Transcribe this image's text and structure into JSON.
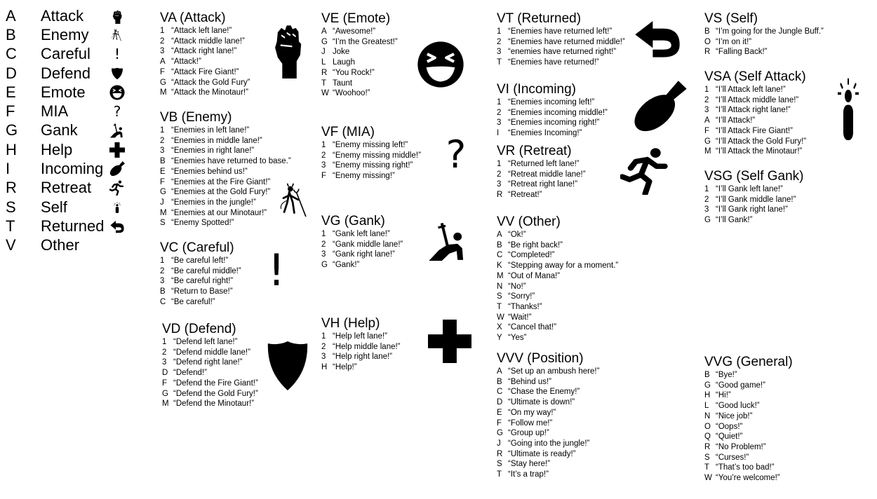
{
  "key": {
    "rows": [
      {
        "letter": "A",
        "label": "Attack",
        "icon": "fist-icon"
      },
      {
        "letter": "B",
        "label": "Enemy",
        "icon": "devil-icon"
      },
      {
        "letter": "C",
        "label": "Careful",
        "icon": "exclamation-icon"
      },
      {
        "letter": "D",
        "label": "Defend",
        "icon": "shield-icon"
      },
      {
        "letter": "E",
        "label": "Emote",
        "icon": "laughing-face-icon"
      },
      {
        "letter": "F",
        "label": "MIA",
        "icon": "question-mark-icon"
      },
      {
        "letter": "G",
        "label": "Gank",
        "icon": "stabbed-figure-icon"
      },
      {
        "letter": "H",
        "label": "Help",
        "icon": "plus-icon"
      },
      {
        "letter": "I",
        "label": "Incoming",
        "icon": "bomb-icon"
      },
      {
        "letter": "R",
        "label": "Retreat",
        "icon": "running-figure-icon"
      },
      {
        "letter": "S",
        "label": "Self",
        "icon": "self-figure-icon"
      },
      {
        "letter": "T",
        "label": "Returned",
        "icon": "return-arrow-icon"
      },
      {
        "letter": "V",
        "label": "Other",
        "icon": ""
      }
    ]
  },
  "glyphs": {
    "exclamation": "!",
    "question": "?"
  },
  "sections": {
    "va": {
      "title": "VA (Attack)",
      "items": [
        {
          "k": "1",
          "t": "“Attack left lane!”"
        },
        {
          "k": "2",
          "t": "“Attack middle lane!”"
        },
        {
          "k": "3",
          "t": "“Attack right lane!”"
        },
        {
          "k": "A",
          "t": "“Attack!”"
        },
        {
          "k": "F",
          "t": "“Attack Fire Giant!”"
        },
        {
          "k": "G",
          "t": "“Attack the Gold Fury”"
        },
        {
          "k": "M",
          "t": "“Attack the Minotaur!”"
        }
      ]
    },
    "vb": {
      "title": "VB (Enemy)",
      "items": [
        {
          "k": "1",
          "t": "“Enemies in left lane!”"
        },
        {
          "k": "2",
          "t": "“Enemies in middle lane!”"
        },
        {
          "k": "3",
          "t": "“Enemies in right lane!”"
        },
        {
          "k": "B",
          "t": "“Enemies have returned to base.”"
        },
        {
          "k": "E",
          "t": "“Enemies behind us!”"
        },
        {
          "k": "F",
          "t": "“Enemies at the Fire Giant!”"
        },
        {
          "k": "G",
          "t": "“Enemies at the Gold Fury!”"
        },
        {
          "k": "J",
          "t": "“Enemies in the jungle!”"
        },
        {
          "k": "M",
          "t": "“Enemies at our Minotaur!”"
        },
        {
          "k": "S",
          "t": "“Enemy Spotted!”"
        }
      ]
    },
    "vc": {
      "title": "VC (Careful)",
      "items": [
        {
          "k": "1",
          "t": "“Be careful left!”"
        },
        {
          "k": "2",
          "t": "“Be careful middle!”"
        },
        {
          "k": "3",
          "t": "“Be careful right!”"
        },
        {
          "k": "B",
          "t": "“Return to Base!”"
        },
        {
          "k": "C",
          "t": "“Be careful!”"
        }
      ]
    },
    "vd": {
      "title": "VD (Defend)",
      "items": [
        {
          "k": "1",
          "t": "“Defend left lane!”"
        },
        {
          "k": "2",
          "t": "“Defend middle lane!”"
        },
        {
          "k": "3",
          "t": "“Defend right lane!”"
        },
        {
          "k": "D",
          "t": "“Defend!”"
        },
        {
          "k": "F",
          "t": "“Defend the Fire Giant!”"
        },
        {
          "k": "G",
          "t": "“Defend the Gold Fury!”"
        },
        {
          "k": "M",
          "t": "“Defend the Minotaur!”"
        }
      ]
    },
    "ve": {
      "title": "VE  (Emote)",
      "items": [
        {
          "k": "A",
          "t": "“Awesome!”"
        },
        {
          "k": "G",
          "t": "“I’m the Greatest!”"
        },
        {
          "k": "J",
          "t": "Joke"
        },
        {
          "k": "L",
          "t": "Laugh"
        },
        {
          "k": "R",
          "t": "“You Rock!”"
        },
        {
          "k": "T",
          "t": "Taunt"
        },
        {
          "k": "W",
          "t": "“Woohoo!”"
        }
      ]
    },
    "vf": {
      "title": "VF (MIA)",
      "items": [
        {
          "k": "1",
          "t": "“Enemy missing left!”"
        },
        {
          "k": "2",
          "t": "“Enemy missing middle!”"
        },
        {
          "k": "3",
          "t": "“Enemy missing right!”"
        },
        {
          "k": "F",
          "t": "“Enemy missing!”"
        }
      ]
    },
    "vg": {
      "title": "VG (Gank)",
      "items": [
        {
          "k": "1",
          "t": "“Gank left lane!”"
        },
        {
          "k": "2",
          "t": "“Gank middle lane!”"
        },
        {
          "k": "3",
          "t": "“Gank right lane!”"
        },
        {
          "k": "G",
          "t": "“Gank!”"
        }
      ]
    },
    "vh": {
      "title": "VH (Help)",
      "items": [
        {
          "k": "1",
          "t": "“Help left lane!”"
        },
        {
          "k": "2",
          "t": "“Help middle lane!”"
        },
        {
          "k": "3",
          "t": "“Help right lane!”"
        },
        {
          "k": "H",
          "t": "“Help!”"
        }
      ]
    },
    "vt": {
      "title": "VT (Returned)",
      "items": [
        {
          "k": "1",
          "t": "“Enemies have returned left!”"
        },
        {
          "k": "2",
          "t": "“Enemies have returned middle!”"
        },
        {
          "k": "3",
          "t": "“enemies have returned right!”"
        },
        {
          "k": "T",
          "t": "“Enemies have returned!”"
        }
      ]
    },
    "vi": {
      "title": "VI (Incoming)",
      "items": [
        {
          "k": "1",
          "t": "“Enemies incoming left!”"
        },
        {
          "k": "2",
          "t": "“Enemies incoming middle!”"
        },
        {
          "k": "3",
          "t": "“Enemies incoming right!”"
        },
        {
          "k": "I",
          "t": "“Enemies Incoming!”"
        }
      ]
    },
    "vr": {
      "title": "VR (Retreat)",
      "items": [
        {
          "k": "1",
          "t": "“Returned left lane!”"
        },
        {
          "k": "2",
          "t": "“Retreat middle lane!”"
        },
        {
          "k": "3",
          "t": "“Retreat right lane!”"
        },
        {
          "k": "R",
          "t": "“Retreat!”"
        }
      ]
    },
    "vv": {
      "title": "VV (Other)",
      "items": [
        {
          "k": "A",
          "t": "“Ok!”"
        },
        {
          "k": "B",
          "t": "“Be right back!”"
        },
        {
          "k": "C",
          "t": "“Completed!”"
        },
        {
          "k": "K",
          "t": "“Stepping away for a moment.”"
        },
        {
          "k": "M",
          "t": "“Out of Mana!”"
        },
        {
          "k": "N",
          "t": "“No!”"
        },
        {
          "k": "S",
          "t": "“Sorry!”"
        },
        {
          "k": "T",
          "t": "“Thanks!”"
        },
        {
          "k": "W",
          "t": "“Wait!”"
        },
        {
          "k": "X",
          "t": "“Cancel that!”"
        },
        {
          "k": "Y",
          "t": "“Yes”"
        }
      ]
    },
    "vvv": {
      "title": "VVV (Position)",
      "items": [
        {
          "k": "A",
          "t": "“Set up an ambush here!”"
        },
        {
          "k": "B",
          "t": "“Behind us!”"
        },
        {
          "k": "C",
          "t": "“Chase the Enemy!”"
        },
        {
          "k": "D",
          "t": "“Ultimate is down!”"
        },
        {
          "k": "E",
          "t": "“On my way!”"
        },
        {
          "k": "F",
          "t": "“Follow me!”"
        },
        {
          "k": "G",
          "t": "“Group up!”"
        },
        {
          "k": "J",
          "t": "“Going into the jungle!”"
        },
        {
          "k": "R",
          "t": "“Ultimate is ready!”"
        },
        {
          "k": "S",
          "t": "“Stay here!”"
        },
        {
          "k": "T",
          "t": "“It’s a trap!”"
        }
      ]
    },
    "vs": {
      "title": "VS (Self)",
      "items": [
        {
          "k": "B",
          "t": "“I’m going for the Jungle Buff.”"
        },
        {
          "k": "O",
          "t": "“I’m on it!”"
        },
        {
          "k": "R",
          "t": "“Falling Back!”"
        }
      ]
    },
    "vsa": {
      "title": "VSA (Self Attack)",
      "items": [
        {
          "k": "1",
          "t": "“I’ll Attack left lane!”"
        },
        {
          "k": "2",
          "t": "“I’ll Attack middle lane!”"
        },
        {
          "k": "3",
          "t": "“I’ll Attack right lane!”"
        },
        {
          "k": "A",
          "t": "“I’ll Attack!”"
        },
        {
          "k": "F",
          "t": "“I’ll Attack Fire Giant!”"
        },
        {
          "k": "G",
          "t": "“I’ll Attack the Gold Fury!”"
        },
        {
          "k": "M",
          "t": "“I’ll Attack the Minotaur!”"
        }
      ]
    },
    "vsg": {
      "title": "VSG (Self Gank)",
      "items": [
        {
          "k": "1",
          "t": "“I’ll Gank left lane!”"
        },
        {
          "k": "2",
          "t": "“I’ll Gank middle lane!”"
        },
        {
          "k": "3",
          "t": "“I’ll Gank right lane!”"
        },
        {
          "k": "G",
          "t": "“I’ll Gank!”"
        }
      ]
    },
    "vvg": {
      "title": "VVG (General)",
      "items": [
        {
          "k": "B",
          "t": "“Bye!”"
        },
        {
          "k": "G",
          "t": "“Good game!”"
        },
        {
          "k": "H",
          "t": "“Hi!”"
        },
        {
          "k": "L",
          "t": "“Good luck!”"
        },
        {
          "k": "N",
          "t": "“Nice job!”"
        },
        {
          "k": "O",
          "t": "“Oops!”"
        },
        {
          "k": "Q",
          "t": "“Quiet!”"
        },
        {
          "k": "R",
          "t": "“No Problem!”"
        },
        {
          "k": "S",
          "t": "“Curses!”"
        },
        {
          "k": "T",
          "t": "“That’s too bad!”"
        },
        {
          "k": "W",
          "t": "“You’re welcome!”"
        }
      ]
    }
  }
}
